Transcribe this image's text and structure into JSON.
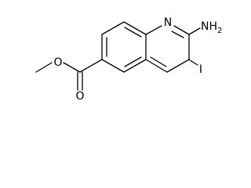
{
  "molecule": {
    "atoms": {
      "N1": "N",
      "NH2": {
        "main": "NH",
        "sub": "2"
      },
      "I": "I",
      "O_ether": "O",
      "O_carbonyl": "O"
    }
  }
}
